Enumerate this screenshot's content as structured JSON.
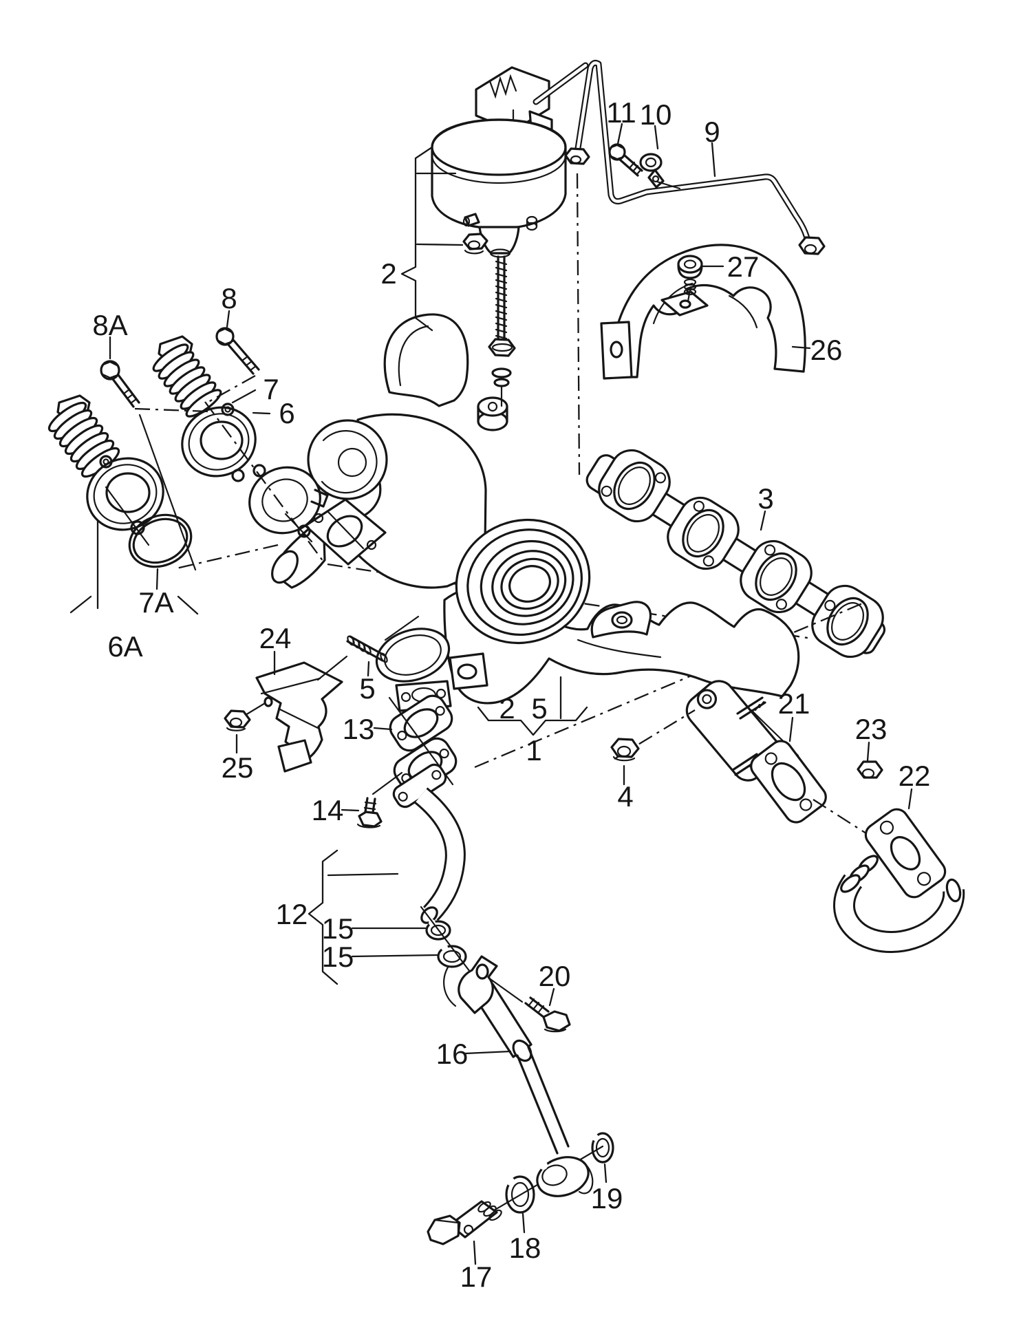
{
  "diagram": {
    "type": "exploded-parts-diagram",
    "background": "#ffffff",
    "line_color": "#161616"
  },
  "labels": {
    "n1": "1",
    "n2": "2",
    "n2g": "2",
    "n5g": "5",
    "n3": "3",
    "n4": "4",
    "n5": "5",
    "n6": "6",
    "n6a": "6A",
    "n7": "7",
    "n7a": "7A",
    "n8": "8",
    "n8a": "8A",
    "n9": "9",
    "n10": "10",
    "n11": "11",
    "n12": "12",
    "n13": "13",
    "n14": "14",
    "n15a": "15",
    "n15b": "15",
    "n16": "16",
    "n17": "17",
    "n18": "18",
    "n19": "19",
    "n20": "20",
    "n21": "21",
    "n22": "22",
    "n23": "23",
    "n24": "24",
    "n25": "25",
    "n26": "26",
    "n27": "27"
  }
}
